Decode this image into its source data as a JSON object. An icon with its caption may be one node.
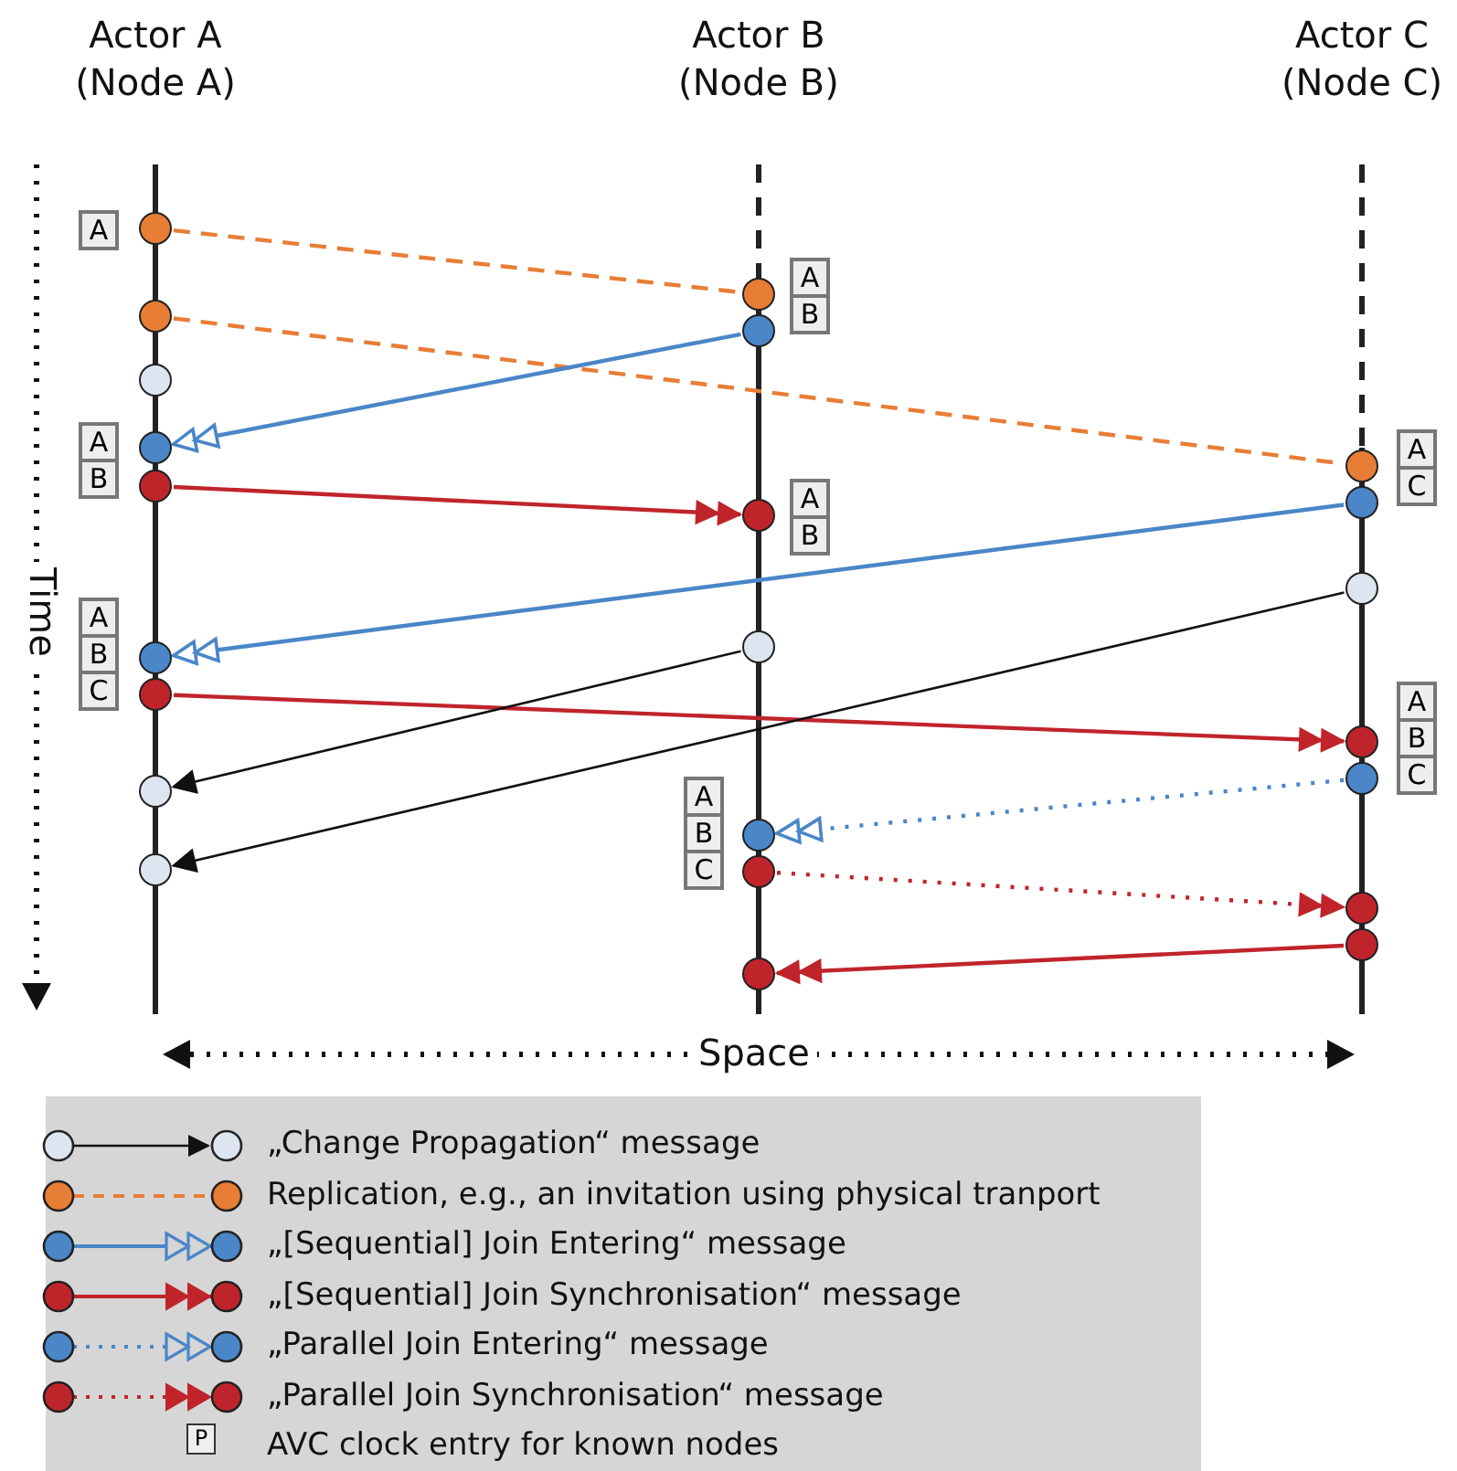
{
  "diagram": {
    "nodes": [
      {
        "text": [],
        "shape": "circle"
      },
      {
        "text": [],
        "shape": "circle"
      },
      {
        "text": [],
        "shape": "circle"
      },
      {
        "text": [],
        "shape": "circle"
      },
      {
        "text": [],
        "shape": "circle"
      },
      {
        "text": [],
        "shape": "circle"
      },
      {
        "text": [],
        "shape": "circle"
      },
      {
        "text": [],
        "shape": "circle"
      },
      {
        "text": [],
        "shape": "circle"
      },
      {
        "text": [],
        "shape": "circle"
      },
      {
        "text": [],
        "shape": "circle"
      },
      {
        "text": [],
        "shape": "circle"
      },
      {
        "text": [],
        "shape": "circle"
      },
      {
        "text": [],
        "shape": "circle"
      },
      {
        "text": [],
        "shape": "circle"
      },
      {
        "text": [],
        "shape": "circle"
      },
      {
        "text": [],
        "shape": "circle"
      },
      {
        "text": [],
        "shape": "circle"
      },
      {
        "text": [],
        "shape": "circle"
      },
      {
        "text": [],
        "shape": "circle"
      },
      {
        "text": [],
        "shape": "circle"
      },
      {
        "text": [],
        "shape": "circle"
      },
      {
        "text": [],
        "shape": "circle"
      },
      {
        "text": [
          "A"
        ]
      },
      {
        "text": [
          "A",
          "B"
        ]
      },
      {
        "text": [
          "A",
          "B"
        ]
      },
      {
        "text": [
          "A",
          "B"
        ]
      },
      {
        "text": [
          "A",
          "C"
        ]
      },
      {
        "text": [
          "A",
          "B",
          "C"
        ]
      },
      {
        "text": [
          "A",
          "B",
          "C"
        ]
      },
      {
        "text": [
          "A",
          "B",
          "C"
        ]
      }
    ],
    "edges": [
      {
        "from": 0,
        "to": 9,
        "arrow": "none",
        "style": "dashed",
        "color": "#e87d35"
      },
      {
        "from": 1,
        "to": 16,
        "arrow": "none",
        "style": "dashed",
        "color": "#e87d35"
      },
      {
        "from": 10,
        "to": 3,
        "arrow": "to",
        "color": "#4a86c8"
      },
      {
        "from": 4,
        "to": 11,
        "arrow": "to",
        "color": "#c0242b"
      },
      {
        "from": 17,
        "to": 5,
        "arrow": "to",
        "color": "#4a86c8"
      },
      {
        "from": 6,
        "to": 19,
        "arrow": "to",
        "color": "#c0242b"
      },
      {
        "from": 12,
        "to": 7,
        "arrow": "to",
        "color": "#111111"
      },
      {
        "from": 18,
        "to": 8,
        "arrow": "to",
        "color": "#111111"
      },
      {
        "from": 20,
        "to": 13,
        "arrow": "to",
        "style": "dashed",
        "color": "#4a86c8"
      },
      {
        "from": 14,
        "to": 21,
        "arrow": "to",
        "style": "dashed",
        "color": "#c0242b"
      },
      {
        "from": 22,
        "to": 15,
        "arrow": "to",
        "color": "#c0242b"
      }
    ],
    "labels": [
      "Actor A (Node A)",
      "Actor B (Node B)",
      "Actor C (Node C)",
      "Time",
      "Space",
      "P"
    ],
    "legend": [
      {
        "text": "„Change Propagation“ message"
      },
      {
        "text": "Replication, e.g., an invitation using physical tranport"
      },
      {
        "text": "„[Sequential] Join Entering“ message"
      },
      {
        "text": "„[Sequential] Join Synchronisation“ message"
      },
      {
        "text": "„Parallel Join Entering“ message"
      },
      {
        "text": "„Parallel Join Synchronisation“ message"
      },
      {
        "text": "AVC clock entry for known nodes"
      }
    ]
  }
}
